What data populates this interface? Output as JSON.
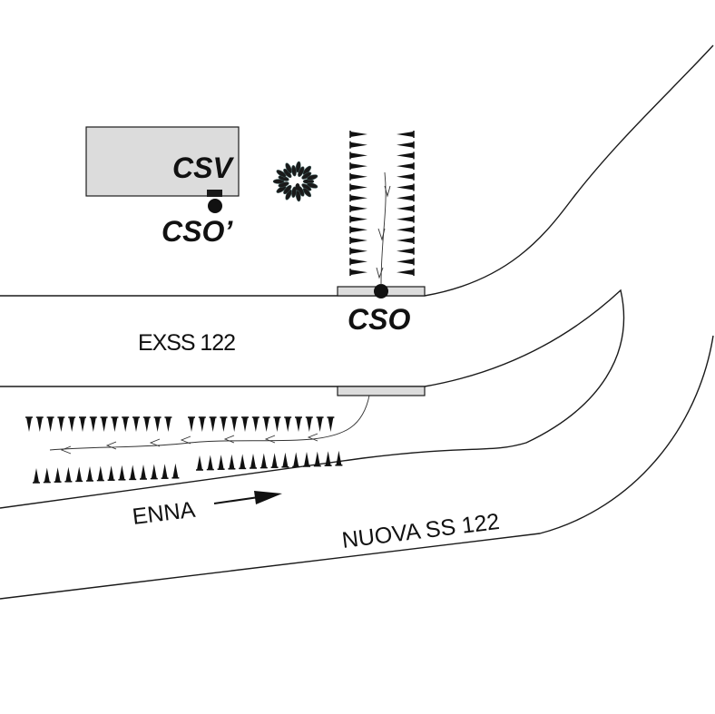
{
  "labels": {
    "csv": "CSV",
    "cso_prime": "CSO’",
    "cso": "CSO",
    "exss": "EXSS 122",
    "enna": "ENNA",
    "nuova": "NUOVA SS 122"
  },
  "icons": {
    "tree": "tree-canopy-icon",
    "direction": "direction-arrow-icon"
  },
  "colors": {
    "line": "#1a1a1a",
    "box_fill": "#dcdcdc",
    "background": "#ffffff"
  }
}
